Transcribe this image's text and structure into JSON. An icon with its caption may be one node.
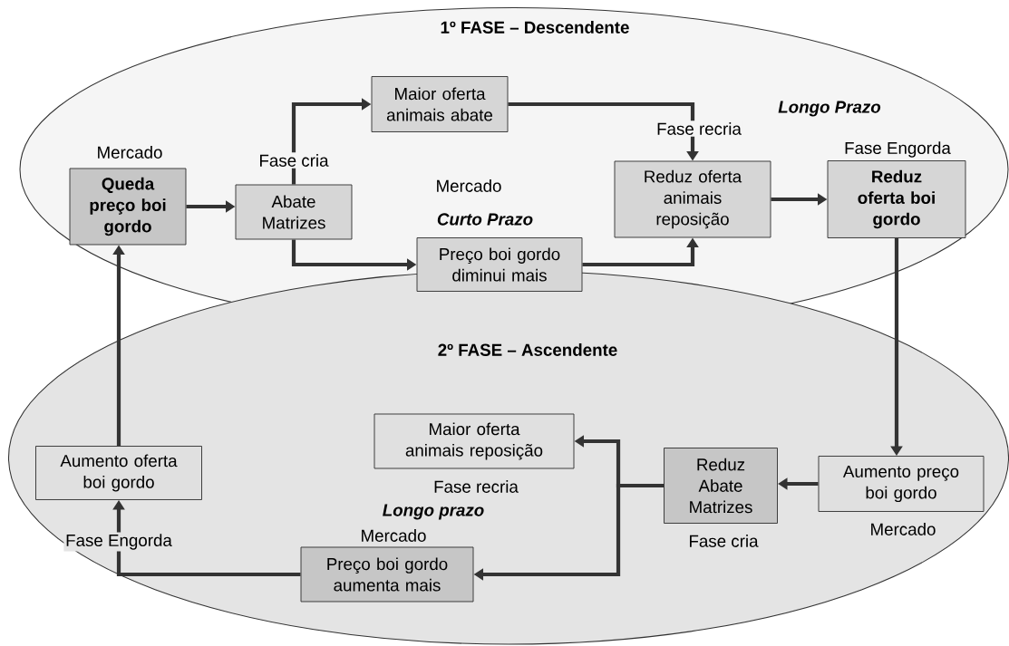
{
  "diagram": {
    "nodes": [
      {
        "text": [
          "1º FASE – Descendente"
        ]
      },
      {
        "text": [
          "Queda preço boi gordo"
        ],
        "beside": [
          "Mercado"
        ],
        "in": 0
      },
      {
        "text": [
          "Abate Matrizes"
        ],
        "in": 0
      },
      {
        "text": [
          "Maior oferta animais abate"
        ],
        "in": 0
      },
      {
        "text": [
          "Preço boi gordo diminui mais"
        ],
        "beside": [
          "Mercado",
          "Curto Prazo"
        ],
        "in": 0
      },
      {
        "text": [
          "Reduz oferta animais reposição"
        ],
        "in": 0
      },
      {
        "text": [
          "Reduz oferta boi gordo"
        ],
        "beside": [
          "Fase Engorda"
        ],
        "in": 0
      },
      {
        "text": [
          "2º FASE – Ascendente"
        ]
      },
      {
        "text": [
          "Aumento oferta boi gordo"
        ],
        "in": 7
      },
      {
        "text": [
          "Maior oferta animais reposição"
        ],
        "beside": [
          "Fase recria"
        ],
        "in": 7
      },
      {
        "text": [
          "Reduz Abate Matrizes"
        ],
        "beside": [
          "Fase cria"
        ],
        "in": 7
      },
      {
        "text": [
          "Aumento preço boi gordo"
        ],
        "beside": [
          "Mercado"
        ],
        "in": 7
      },
      {
        "text": [
          "Preço boi gordo aumenta mais"
        ],
        "beside": [
          "Mercado"
        ],
        "in": 7
      }
    ],
    "edges": [
      {
        "from": 1,
        "to": 2,
        "arrow": "to"
      },
      {
        "from": 2,
        "to": 3,
        "arrow": "to",
        "label": "Fase cria"
      },
      {
        "from": 2,
        "to": 4,
        "arrow": "to"
      },
      {
        "from": 3,
        "to": 5,
        "arrow": "to",
        "label": "Fase recria"
      },
      {
        "from": 4,
        "to": 5,
        "arrow": "to"
      },
      {
        "from": 5,
        "to": 6,
        "arrow": "to"
      },
      {
        "from": 6,
        "to": 11,
        "arrow": "to"
      },
      {
        "from": 11,
        "to": 10,
        "arrow": "to"
      },
      {
        "from": 10,
        "to": 9,
        "arrow": "to"
      },
      {
        "from": 10,
        "to": 12,
        "arrow": "to"
      },
      {
        "from": 12,
        "to": 8,
        "arrow": "to",
        "label": "Fase Engorda"
      },
      {
        "from": 8,
        "to": 1,
        "arrow": "to"
      }
    ],
    "labels": [
      "Longo Prazo",
      "Longo prazo"
    ]
  }
}
